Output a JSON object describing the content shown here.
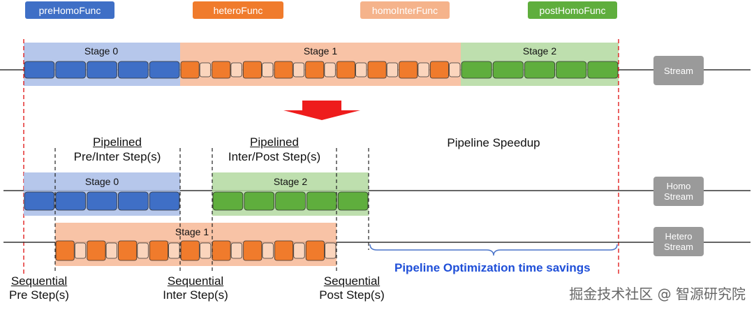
{
  "legend": [
    {
      "label": "preHomoFunc",
      "color": "#3f6fc6"
    },
    {
      "label": "heteroFunc",
      "color": "#f07b2c"
    },
    {
      "label": "homoInterFunc",
      "color": "#f5b38b"
    },
    {
      "label": "postHomoFunc",
      "color": "#5fae3d"
    }
  ],
  "top": {
    "stages": [
      "Stage 0",
      "Stage 1",
      "Stage 2"
    ],
    "stream_tag": "Stream"
  },
  "bottom": {
    "pipelined_pre_title": "Pipelined",
    "pipelined_pre_sub": "Pre/Inter Step(s)",
    "pipelined_post_title": "Pipelined",
    "pipelined_post_sub": "Inter/Post Step(s)",
    "speedup_label": "Pipeline Speedup",
    "homo_stages": [
      "Stage 0",
      "Stage 2"
    ],
    "hetero_stage": "Stage 1",
    "homo_tag": "Homo\nStream",
    "hetero_tag": "Hetero\nStream",
    "savings_label": "Pipeline Optimization time savings",
    "seq_pre_title": "Sequential",
    "seq_pre_sub": "Pre Step(s)",
    "seq_inter_title": "Sequential",
    "seq_inter_sub": "Inter Step(s)",
    "seq_post_title": "Sequential",
    "seq_post_sub": "Post Step(s)"
  },
  "watermark": "掘金技术社区 @ 智源研究院",
  "colors": {
    "blue_fill": "#a9bde8",
    "blue_block": "#3f6fc6",
    "orange_fill": "#f7b896",
    "orange_block": "#f07b2c",
    "orange_light": "#fbd5bd",
    "green_fill": "#b3d9a0",
    "green_block": "#5fae3d",
    "red": "#e02020",
    "brace": "#4a74c9"
  }
}
